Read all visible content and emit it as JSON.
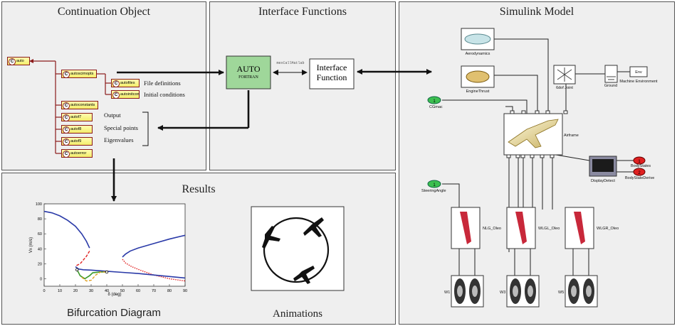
{
  "panels": {
    "continuation_title": "Continuation Object",
    "interface_title": "Interface Functions",
    "simulink_title": "Simulink Model",
    "results_title": "Results"
  },
  "continuation": {
    "class_icon": "C",
    "root": "auto",
    "nodes": [
      "autoscimopts",
      "autofiles",
      "autoinitcon",
      "autoconstants",
      "autof7",
      "autof8",
      "autof9",
      "autoerror"
    ],
    "notes": [
      "File definitions",
      "Initial conditions",
      "Output",
      "Special points",
      "Eigenvalues"
    ]
  },
  "interface": {
    "auto_label": "AUTO",
    "auto_sub": "FORTRAN",
    "call_label": "mexCallMatlab",
    "function_label": "Interface Function"
  },
  "simulink": {
    "blocks": [
      "Aerodynamics",
      "EngineThrust",
      "6dof Joint",
      "Ground",
      "Env",
      "Machine Environment",
      "Airframe",
      "DisplayDetect",
      "BodyStates",
      "BodyStateDerive",
      "CGmac",
      "SteeringAngle",
      "NLG_Oleo",
      "WLGL_Oleo",
      "WLGR_Oleo",
      "W1",
      "W3",
      "W5"
    ],
    "port_labels": [
      "1",
      "1",
      "1",
      "2"
    ]
  },
  "results": {
    "bifurcation_caption": "Bifurcation Diagram",
    "animation_caption": "Animations"
  },
  "chart_data": {
    "type": "line",
    "xlabel": "δ (deg)",
    "ylabel": "Vx (m/s)",
    "xlim": [
      0,
      90
    ],
    "ylim": [
      -10,
      100
    ],
    "xticks": [
      "0",
      "10",
      "20",
      "30",
      "40",
      "50",
      "60",
      "70",
      "80",
      "90"
    ],
    "yticks": [
      "0",
      "20",
      "40",
      "60",
      "80",
      "100"
    ],
    "colors": {
      "stable": "#2a3aa8",
      "unstable": "#e02020",
      "periodic_stable": "#3c9a2a",
      "periodic_unstable": "#e0a020"
    },
    "series": [
      {
        "style": "stable",
        "x": [
          0,
          5,
          10,
          15,
          20,
          24,
          27,
          29
        ],
        "y": [
          90,
          88,
          84,
          78,
          70,
          60,
          50,
          41
        ]
      },
      {
        "style": "unstable",
        "x": [
          29,
          27,
          25,
          23,
          20
        ],
        "y": [
          37,
          30,
          25,
          20,
          17
        ]
      },
      {
        "style": "stable",
        "x": [
          20,
          22,
          25,
          30,
          40,
          50,
          60
        ],
        "y": [
          16,
          13,
          12,
          11.5,
          10,
          8.5,
          7
        ]
      },
      {
        "style": "stable",
        "x": [
          50,
          52,
          55,
          60,
          70,
          80,
          90
        ],
        "y": [
          29,
          33,
          37,
          41,
          47,
          53,
          58
        ]
      },
      {
        "style": "unstable",
        "x": [
          50,
          52,
          56,
          62,
          70,
          80,
          90
        ],
        "y": [
          26,
          21,
          16,
          11,
          5,
          0,
          -3
        ]
      },
      {
        "style": "stable",
        "x": [
          60,
          70,
          80,
          90
        ],
        "y": [
          7,
          5,
          3,
          1
        ]
      },
      {
        "style": "periodic_stable",
        "x": [
          21,
          23,
          26,
          29,
          31,
          36,
          40
        ],
        "y": [
          12,
          4,
          0,
          4,
          8,
          9,
          9
        ]
      },
      {
        "style": "periodic_unstable",
        "x": [
          24,
          27,
          30,
          33,
          36,
          40
        ],
        "y": [
          2,
          -3,
          -2,
          5,
          9,
          9
        ]
      }
    ],
    "markers": [
      {
        "x": 21,
        "y": 12
      },
      {
        "x": 40,
        "y": 9
      }
    ]
  }
}
